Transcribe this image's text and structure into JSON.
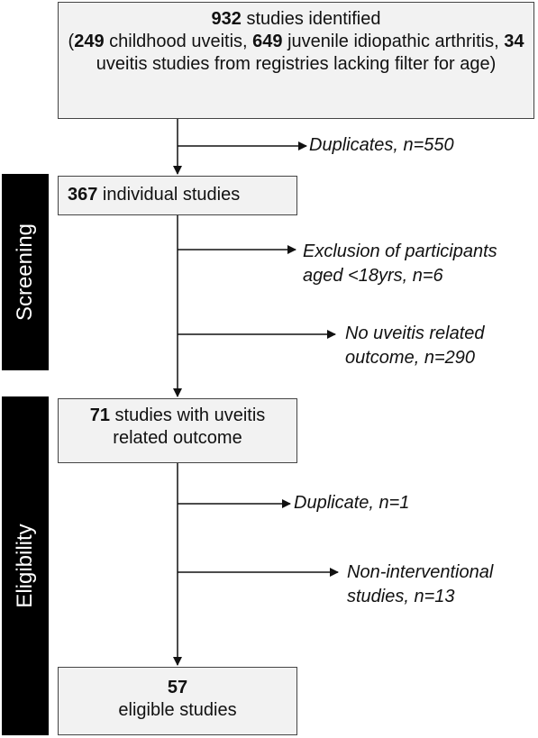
{
  "boxes": {
    "identified": {
      "count": "932",
      "line1_rest": " studies identified",
      "open_paren": "(",
      "n_childhood": "249",
      "childhood_label": " childhood uveitis, ",
      "n_jia": "649",
      "jia_label": " juvenile idiopathic arthritis, ",
      "n_registries": "34",
      "registries_label": " uveitis studies from registries lacking filter for age)"
    },
    "individual": {
      "count": "367",
      "label": " individual studies"
    },
    "uveitis_outcome": {
      "count": "71",
      "label": " studies with uveitis related outcome"
    },
    "eligible": {
      "count": "57",
      "label": "eligible studies"
    }
  },
  "stages": {
    "screening": "Screening",
    "eligibility": "Eligibility"
  },
  "exclusions": {
    "duplicates": {
      "line1": "Duplicates, n=550"
    },
    "age": {
      "line1": "Exclusion of participants",
      "line2": "aged <18yrs, n=6"
    },
    "no_outcome": {
      "line1": "No uveitis related",
      "line2": "outcome, n=290"
    },
    "duplicate": {
      "line1": "Duplicate, n=1"
    },
    "non_interventional": {
      "line1": "Non-interventional",
      "line2": "studies, n=13"
    }
  },
  "colors": {
    "box_fill": "#f2f2f2",
    "box_border": "#444444",
    "stage_fill": "#000000",
    "stage_text": "#ffffff",
    "line": "#111111"
  }
}
